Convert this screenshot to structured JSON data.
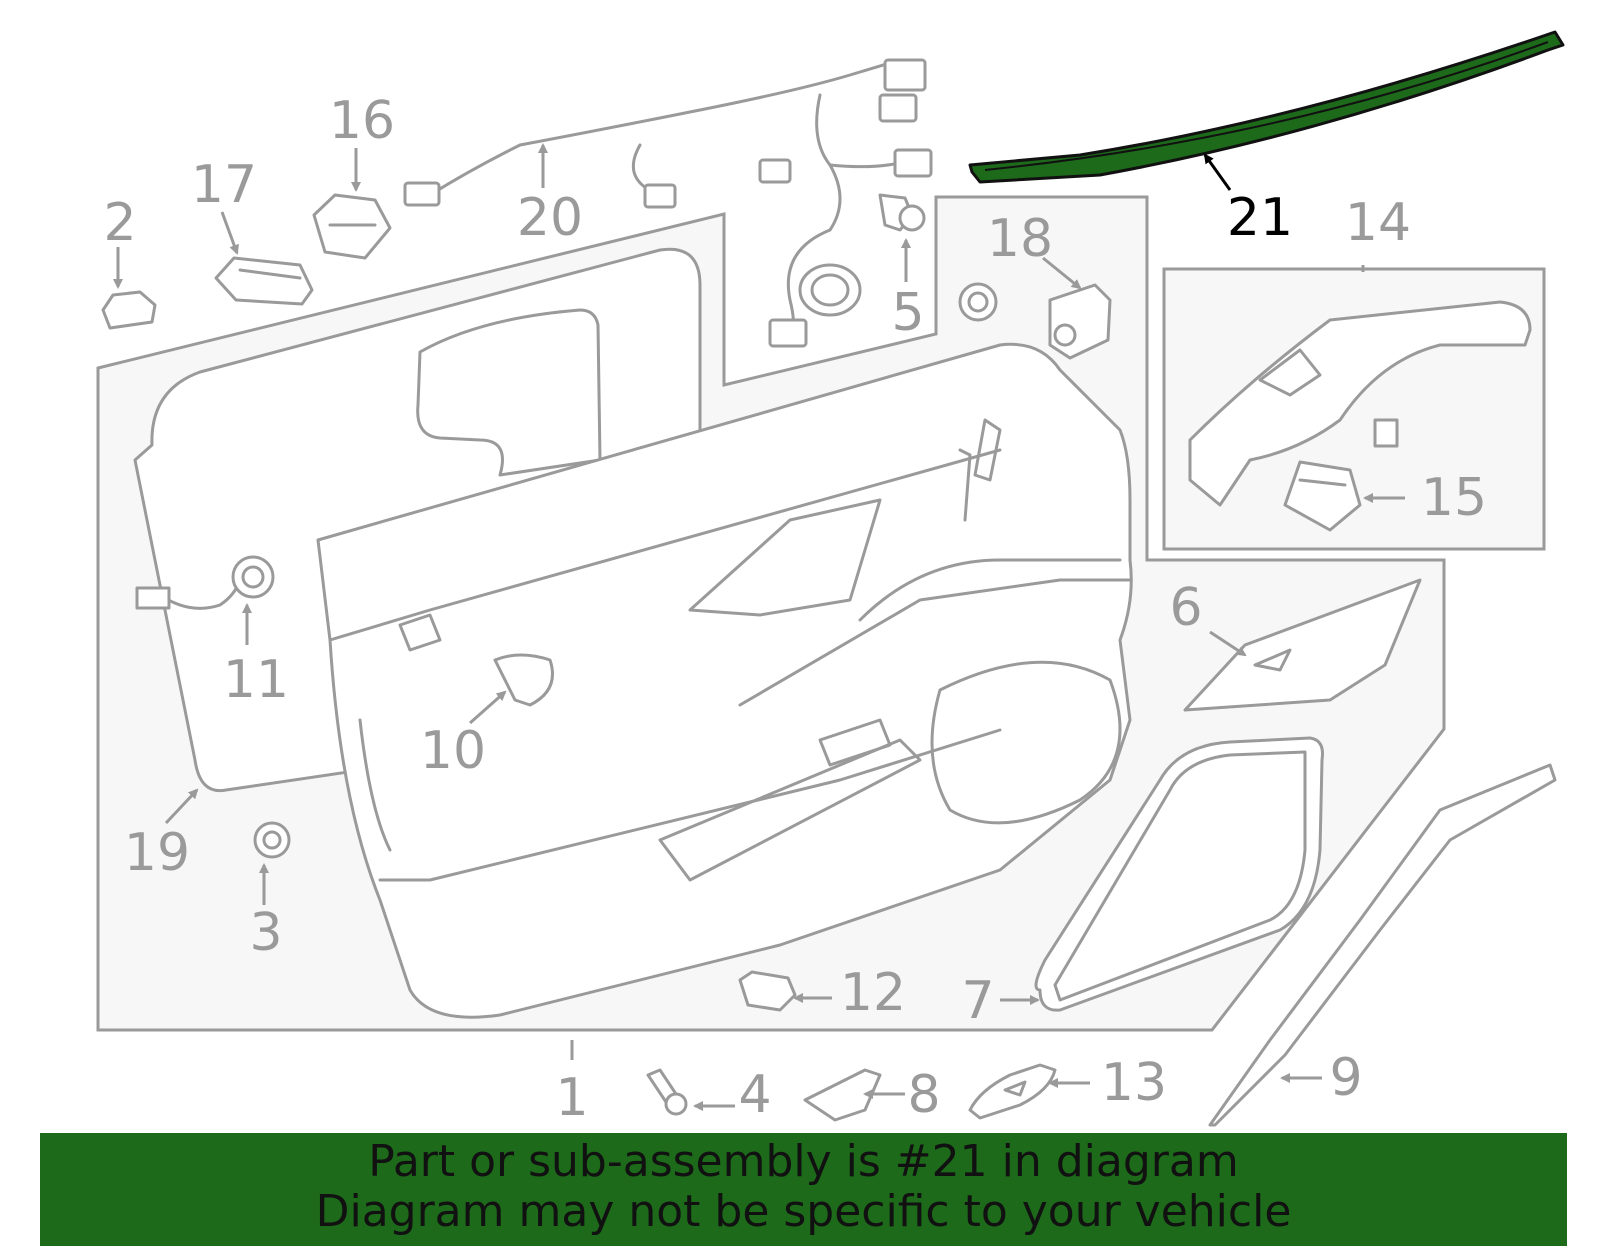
{
  "diagram": {
    "highlight_color": "#1d6a1a",
    "highlighted_part": "21",
    "callouts": {
      "c1": "1",
      "c2": "2",
      "c3": "3",
      "c4": "4",
      "c5": "5",
      "c6": "6",
      "c7": "7",
      "c8": "8",
      "c9": "9",
      "c10": "10",
      "c11": "11",
      "c12": "12",
      "c13": "13",
      "c14": "14",
      "c15": "15",
      "c16": "16",
      "c17": "17",
      "c18": "18",
      "c19": "19",
      "c20": "20",
      "c21": "21"
    }
  },
  "banner": {
    "line1": "Part or sub-assembly is #21 in diagram",
    "line2": "Diagram may not be specific to your vehicle"
  }
}
